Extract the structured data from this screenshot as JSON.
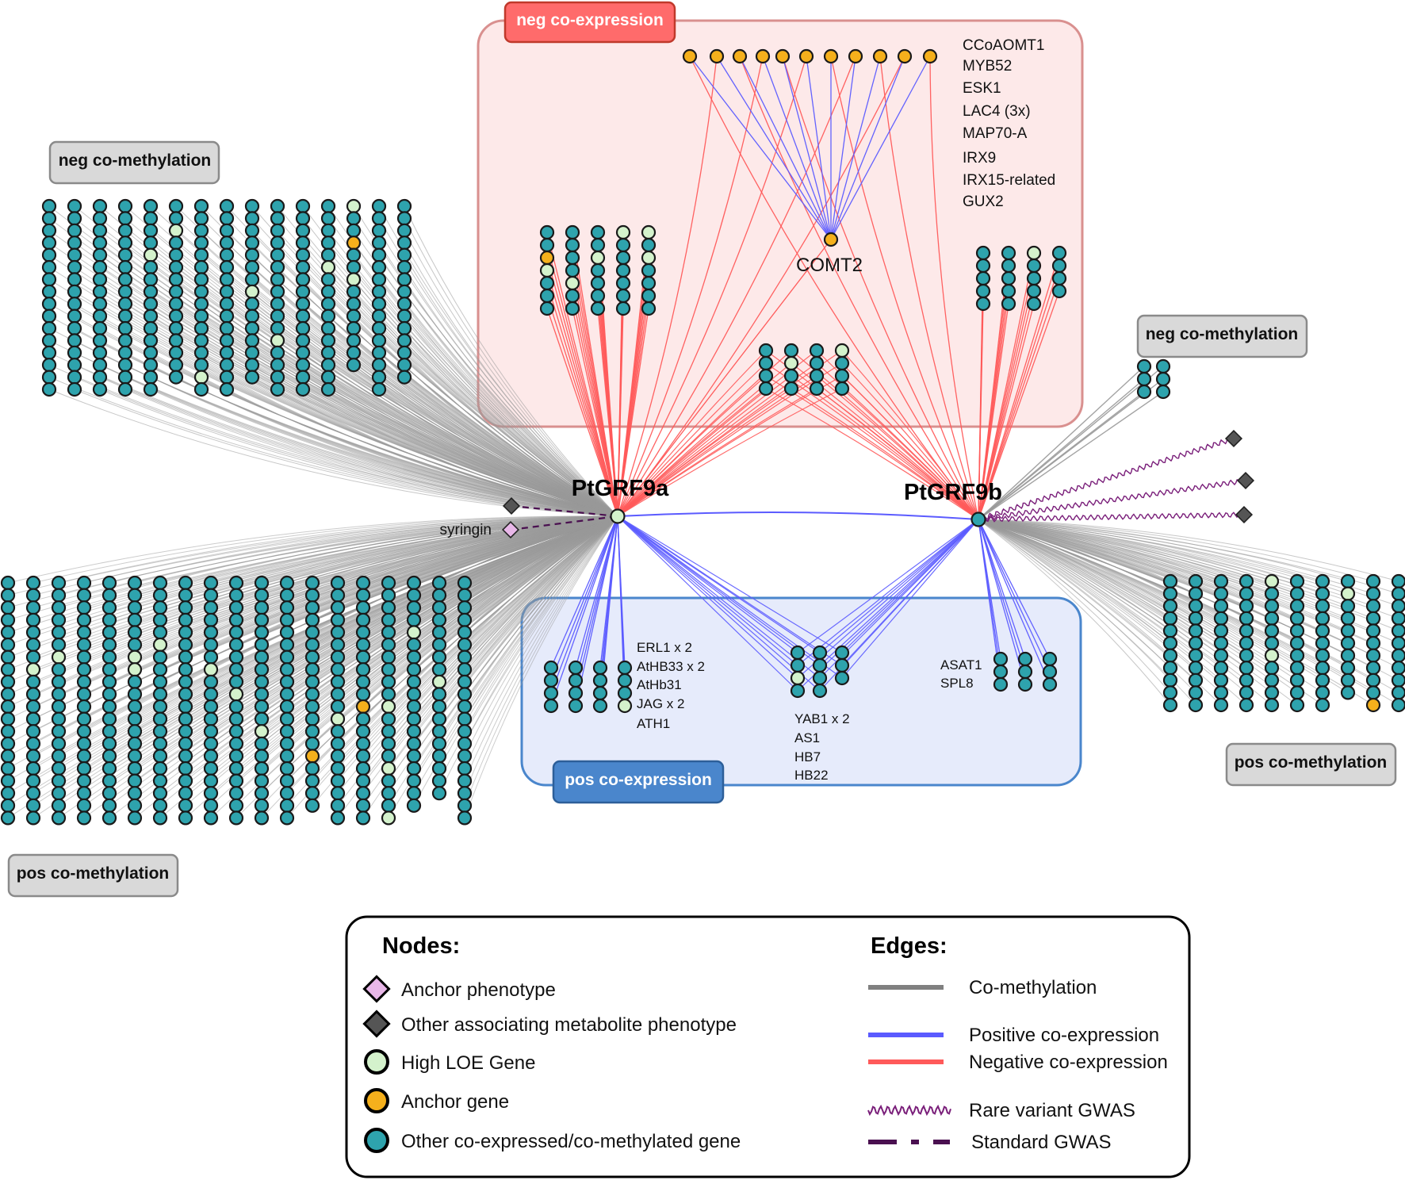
{
  "hubs": [
    {
      "id": "a",
      "label": "PtGRF9a"
    },
    {
      "id": "b",
      "label": "PtGRF9b"
    }
  ],
  "cluster_tags": {
    "neg_coexpression": "neg co-expression",
    "pos_coexpression": "pos co-expression",
    "neg_comethylation_left": "neg co-methylation",
    "pos_comethylation_left": "pos co-methylation",
    "neg_comethylation_right": "neg co-methylation",
    "pos_comethylation_right": "pos co-methylation"
  },
  "gene_labels": {
    "comt2": "COMT2",
    "syringin": "syringin",
    "anchor_list": [
      "CCoAOMT1",
      "MYB52",
      "ESK1",
      "LAC4 (3x)",
      "MAP70-A",
      "IRX9",
      "IRX15-related",
      "GUX2"
    ],
    "pos_group_a": [
      "ERL1 x 2",
      "AtHB33 x 2",
      "AtHb31",
      "JAG x 2",
      "ATH1"
    ],
    "pos_group_shared": [
      "YAB1 x 2",
      "AS1",
      "HB7",
      "HB22"
    ],
    "pos_group_b": [
      "ASAT1",
      "SPL8"
    ]
  },
  "legend": {
    "nodes_title": "Nodes:",
    "edges_title": "Edges:",
    "nodes": [
      {
        "label": "Anchor phenotype",
        "shape": "diamond",
        "color": "#e8b7e8"
      },
      {
        "label": "Other associating metabolite phenotype",
        "shape": "diamond",
        "color": "#555555"
      },
      {
        "label": "High LOE Gene",
        "shape": "circle",
        "color": "#d4f2cc"
      },
      {
        "label": "Anchor gene",
        "shape": "circle",
        "color": "#f5b01c"
      },
      {
        "label": "Other co-expressed/co-methylated gene",
        "shape": "circle",
        "color": "#2ea3ad"
      }
    ],
    "edges": [
      {
        "label": "Co-methylation",
        "style": "solid",
        "color": "#808080"
      },
      {
        "label": "Positive co-expression",
        "style": "solid",
        "color": "#5b5bff"
      },
      {
        "label": "Negative co-expression",
        "style": "solid",
        "color": "#ff5a5a"
      },
      {
        "label": "Rare variant GWAS",
        "style": "wavy",
        "color": "#7a1f7a"
      },
      {
        "label": "Standard GWAS",
        "style": "dashed",
        "color": "#4a1050"
      }
    ]
  },
  "colors": {
    "teal": "#2ea3ad",
    "loe": "#d4f2cc",
    "anchor": "#f5b01c",
    "comethyl_edge": "#999999",
    "pos_edge": "#5b5bff",
    "neg_edge": "#ff5a5a",
    "neg_box_fill": "#fde9e9",
    "neg_box_stroke": "#d9908f",
    "pos_box_fill": "#e6ebfb",
    "pos_box_stroke": "#4a86cc",
    "neg_tag_fill": "#ff6b6b",
    "pos_tag_fill": "#4a86cc",
    "gray_tag_fill": "#d9d9d9"
  }
}
